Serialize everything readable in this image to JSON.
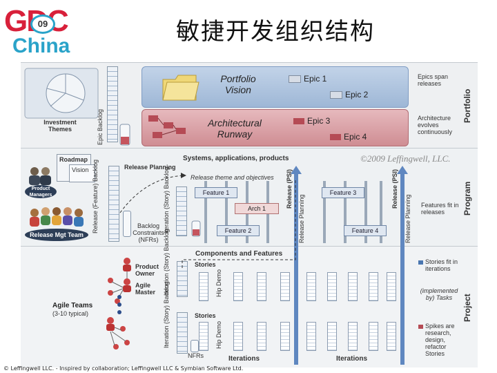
{
  "slide_title": "敏捷开发组织结构",
  "logo": {
    "gdc": "GDC",
    "edition": "09",
    "china": "China"
  },
  "copyright": "©2009 Leffingwell, LLC.",
  "footer": "© Leffingwell LLC. - Inspired by collaboration; Leffingwell LLC & Symbian Software Ltd.",
  "portfolio": {
    "side_label": "Portfolio",
    "investment_themes": "Investment Themes",
    "epic_backlog": "Epic Backlog",
    "vision_title": "Portfolio Vision",
    "runway_title": "Architectural Runway",
    "epics": [
      "Epic 1",
      "Epic 2",
      "Epic 3",
      "Epic 4"
    ],
    "note_epics": "Epics span releases",
    "note_architecture": "Architecture evolves continuously"
  },
  "program": {
    "side_label": "Program",
    "roadmap": "Roadmap",
    "vision": "Vision",
    "product_managers": "Product Managers",
    "release_mgt_team": "Release Mgt Team",
    "release_planning": "Release Planning",
    "systems_header": "Systems, applications, products",
    "release_theme": "Release theme and objectives",
    "release_feature_backlog": "Release (Feature) Backlog",
    "iteration_story_backlog": "Iteration (Story) Backlog",
    "backlog_constraints": "Backlog Constraints (NFRs)",
    "features": [
      "Feature 1",
      "Feature 2",
      "Feature 3",
      "Feature 4"
    ],
    "arch": "Arch 1",
    "release_psi": "Release (PSI)",
    "release_planning_vertical": "Release Planning",
    "note_features": "Features fit in releases"
  },
  "project": {
    "side_label": "Project",
    "components_header": "Components and Features",
    "product_owner": "Product Owner",
    "agile_master": "Agile Master",
    "agile_teams": "Agile Teams",
    "agile_teams_sub": "(3-10 typical)",
    "stories": "Stories",
    "iteration_story_backlog": "Iteration (Story) Backlog",
    "hip_demo": "Hip Demo",
    "nfrs": "NFRs",
    "iterations": "Iterations",
    "note_stories": "Stories fit in iterations",
    "note_tasks": "(implemented by) Tasks",
    "note_spikes": "Spikes are research, design, refactor Stories"
  },
  "colors": {
    "portfolio_blue": "#9eb7d6",
    "runway_red": "#cf8d93",
    "epic_red": "#b54b55",
    "arrow_blue": "#5f87c0",
    "gdc_red": "#d8203a",
    "china_blue": "#2aa3c9"
  }
}
